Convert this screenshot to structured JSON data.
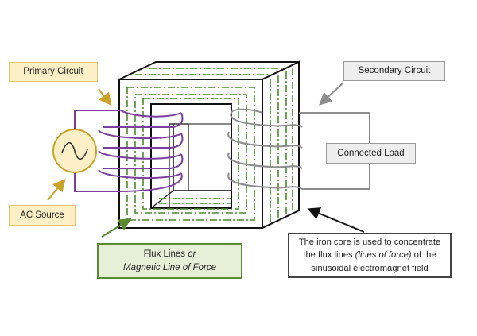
{
  "labels": {
    "primary_circuit": "Primary Circuit",
    "ac_source": "AC Source",
    "secondary_circuit": "Secondary Circuit",
    "connected_load": "Connected Load",
    "flux_line1_a": "Flux Lines ",
    "flux_line1_b": "or",
    "flux_line2": "Magnetic Line of Force",
    "core_line1": "The iron core is used to concentrate",
    "core_line2_a": "the flux lines ",
    "core_line2_b": "(lines of force)",
    "core_line2_c": " of the",
    "core_line3": "sinusoidal electromagnet field"
  },
  "colors": {
    "core_outline": "#111111",
    "flux_dash": "#4a8a2a",
    "primary_wire": "#7b3f9e",
    "secondary_wire": "#8c8c8c",
    "ac_source_fill": "#fdf0c7",
    "ac_source_stroke": "#c9a227",
    "arrow_gold": "#c9a227",
    "arrow_green": "#5b8b2e",
    "arrow_gray": "#8c8c8c",
    "arrow_black": "#111111"
  }
}
